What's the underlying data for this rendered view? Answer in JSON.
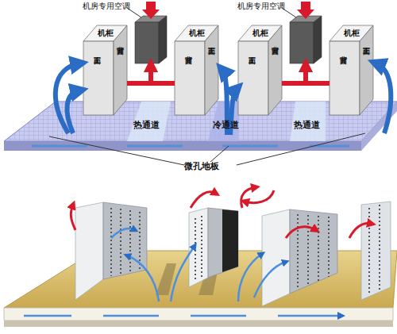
{
  "diagram": {
    "nodes": [
      {
        "text": [
          "机柜",
          "正面",
          "背面"
        ]
      },
      {
        "text": [
          "机房专用空调"
        ]
      },
      {
        "text": [
          "机柜",
          "背面",
          "正面"
        ]
      },
      {
        "text": [
          "机柜",
          "正面",
          "背面"
        ]
      },
      {
        "text": [
          "机房专用空调"
        ]
      },
      {
        "text": [
          "机柜",
          "背面",
          "正面"
        ]
      }
    ],
    "edges": [
      {
        "from": 0,
        "to": 1,
        "arrow": "to"
      },
      {
        "from": 2,
        "to": 1,
        "arrow": "to"
      },
      {
        "from": 3,
        "to": 4,
        "arrow": "to"
      },
      {
        "from": 5,
        "to": 4,
        "arrow": "to"
      }
    ],
    "labels": [
      "热通道",
      "冷通道",
      "热通道",
      "微孔地板"
    ]
  }
}
